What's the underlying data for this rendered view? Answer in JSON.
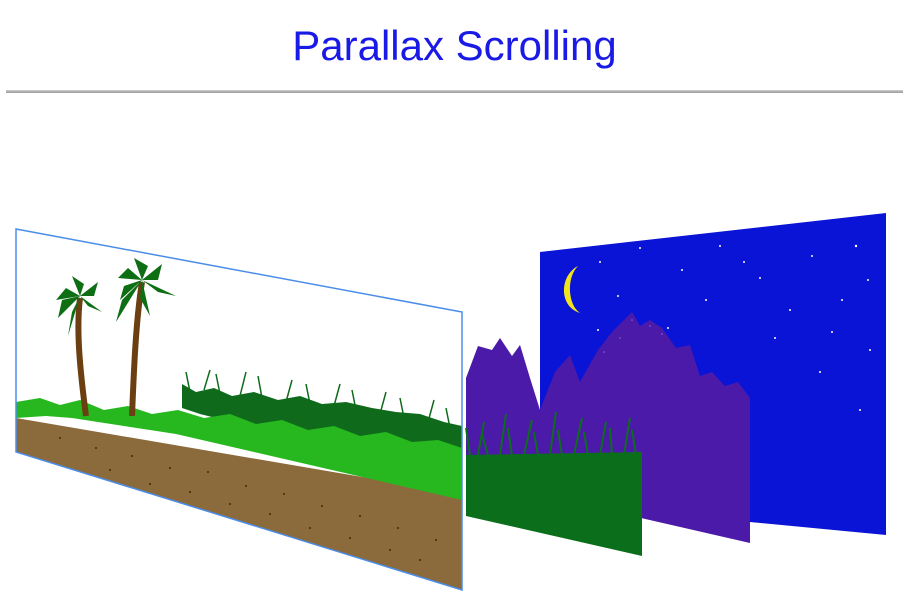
{
  "title": "Parallax Scrolling",
  "layers": [
    {
      "id": "sky",
      "color": "#0a14d6"
    },
    {
      "id": "mountains",
      "color": "#4b1aa8"
    },
    {
      "id": "grass",
      "color": "#0b6e1a"
    },
    {
      "id": "foreground",
      "dirt_color": "#8b6a3c",
      "grass_color": "#26b81e",
      "frame_color": "#4a8de8"
    }
  ],
  "moon_color": "#f2e41a",
  "palm_trunk_color": "#6b3f12",
  "palm_leaf_color": "#0e6e14"
}
